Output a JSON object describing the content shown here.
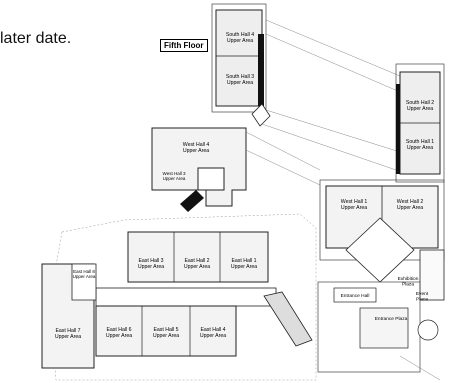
{
  "note_text": "later date.",
  "floor_label": "Fifth Floor",
  "halls": [
    {
      "id": "south-hall-4",
      "line1": "South Hall 4",
      "line2": "Upper Area"
    },
    {
      "id": "south-hall-3",
      "line1": "South Hall 3",
      "line2": "Upper Area"
    },
    {
      "id": "south-hall-2",
      "line1": "South Hall 2",
      "line2": "Upper Area"
    },
    {
      "id": "south-hall-1",
      "line1": "South Hall 1",
      "line2": "Upper Area"
    },
    {
      "id": "west-hall-4",
      "line1": "West Hall 4",
      "line2": "Upper Area"
    },
    {
      "id": "west-hall-3",
      "line1": "West Hall 3",
      "line2": "Upper Area"
    },
    {
      "id": "west-hall-1",
      "line1": "West Hall 1",
      "line2": "Upper Area"
    },
    {
      "id": "west-hall-2",
      "line1": "West Hall 2",
      "line2": "Upper Area"
    },
    {
      "id": "east-hall-3",
      "line1": "East Hall 3",
      "line2": "Upper Area"
    },
    {
      "id": "east-hall-2",
      "line1": "East Hall 2",
      "line2": "Upper Area"
    },
    {
      "id": "east-hall-1",
      "line1": "East Hall 1",
      "line2": "Upper Area"
    },
    {
      "id": "east-hall-8",
      "line1": "East Hall 8",
      "line2": "Upper Area"
    },
    {
      "id": "east-hall-7",
      "line1": "East Hall 7",
      "line2": "Upper Area"
    },
    {
      "id": "east-hall-6",
      "line1": "East Hall 6",
      "line2": "Upper Area"
    },
    {
      "id": "east-hall-5",
      "line1": "East Hall 5",
      "line2": "Upper Area"
    },
    {
      "id": "east-hall-4",
      "line1": "East Hall 4",
      "line2": "Upper Area"
    }
  ],
  "places": {
    "exhibition_plaza_1": "Exhibition",
    "exhibition_plaza_2": "Plaza",
    "event_place_1": "Event",
    "event_place_2": "Place",
    "entrance_hall": "Entrance Hall",
    "entrance_plaza": "Entrance Plaza"
  }
}
